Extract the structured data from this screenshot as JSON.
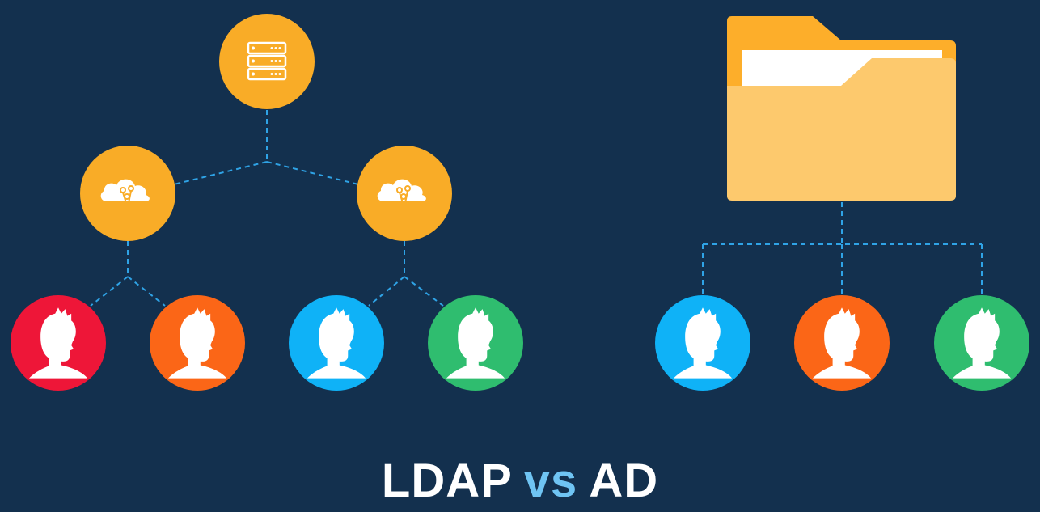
{
  "title": {
    "left_text": "LDAP",
    "middle_text": "vs",
    "right_text": "AD"
  },
  "colors": {
    "background": "#13304e",
    "node_orange": "#f9ac27",
    "connector": "#2fa3e6",
    "folder_back": "#fdae2a",
    "folder_front": "#fdc96d",
    "folder_paper": "#ffffff",
    "user_red": "#ee1638",
    "user_orange": "#fb6617",
    "user_blue": "#0fb2f7",
    "user_green": "#2fbd6f",
    "title_text": "#ffffff",
    "title_accent": "#6fc4f3"
  },
  "diagram": {
    "ldap": {
      "root": {
        "icon": "server-icon"
      },
      "branches": [
        {
          "icon": "cloud-network-icon",
          "users": [
            {
              "color": "#ee1638",
              "icon": "user-silhouette-icon"
            },
            {
              "color": "#fb6617",
              "icon": "user-silhouette-icon"
            }
          ]
        },
        {
          "icon": "cloud-network-icon",
          "users": [
            {
              "color": "#0fb2f7",
              "icon": "user-silhouette-icon"
            },
            {
              "color": "#2fbd6f",
              "icon": "user-silhouette-icon"
            }
          ]
        }
      ]
    },
    "ad": {
      "root": {
        "icon": "folder-icon"
      },
      "users": [
        {
          "color": "#0fb2f7",
          "icon": "user-silhouette-icon"
        },
        {
          "color": "#fb6617",
          "icon": "user-silhouette-icon"
        },
        {
          "color": "#2fbd6f",
          "icon": "user-silhouette-icon"
        }
      ]
    }
  }
}
